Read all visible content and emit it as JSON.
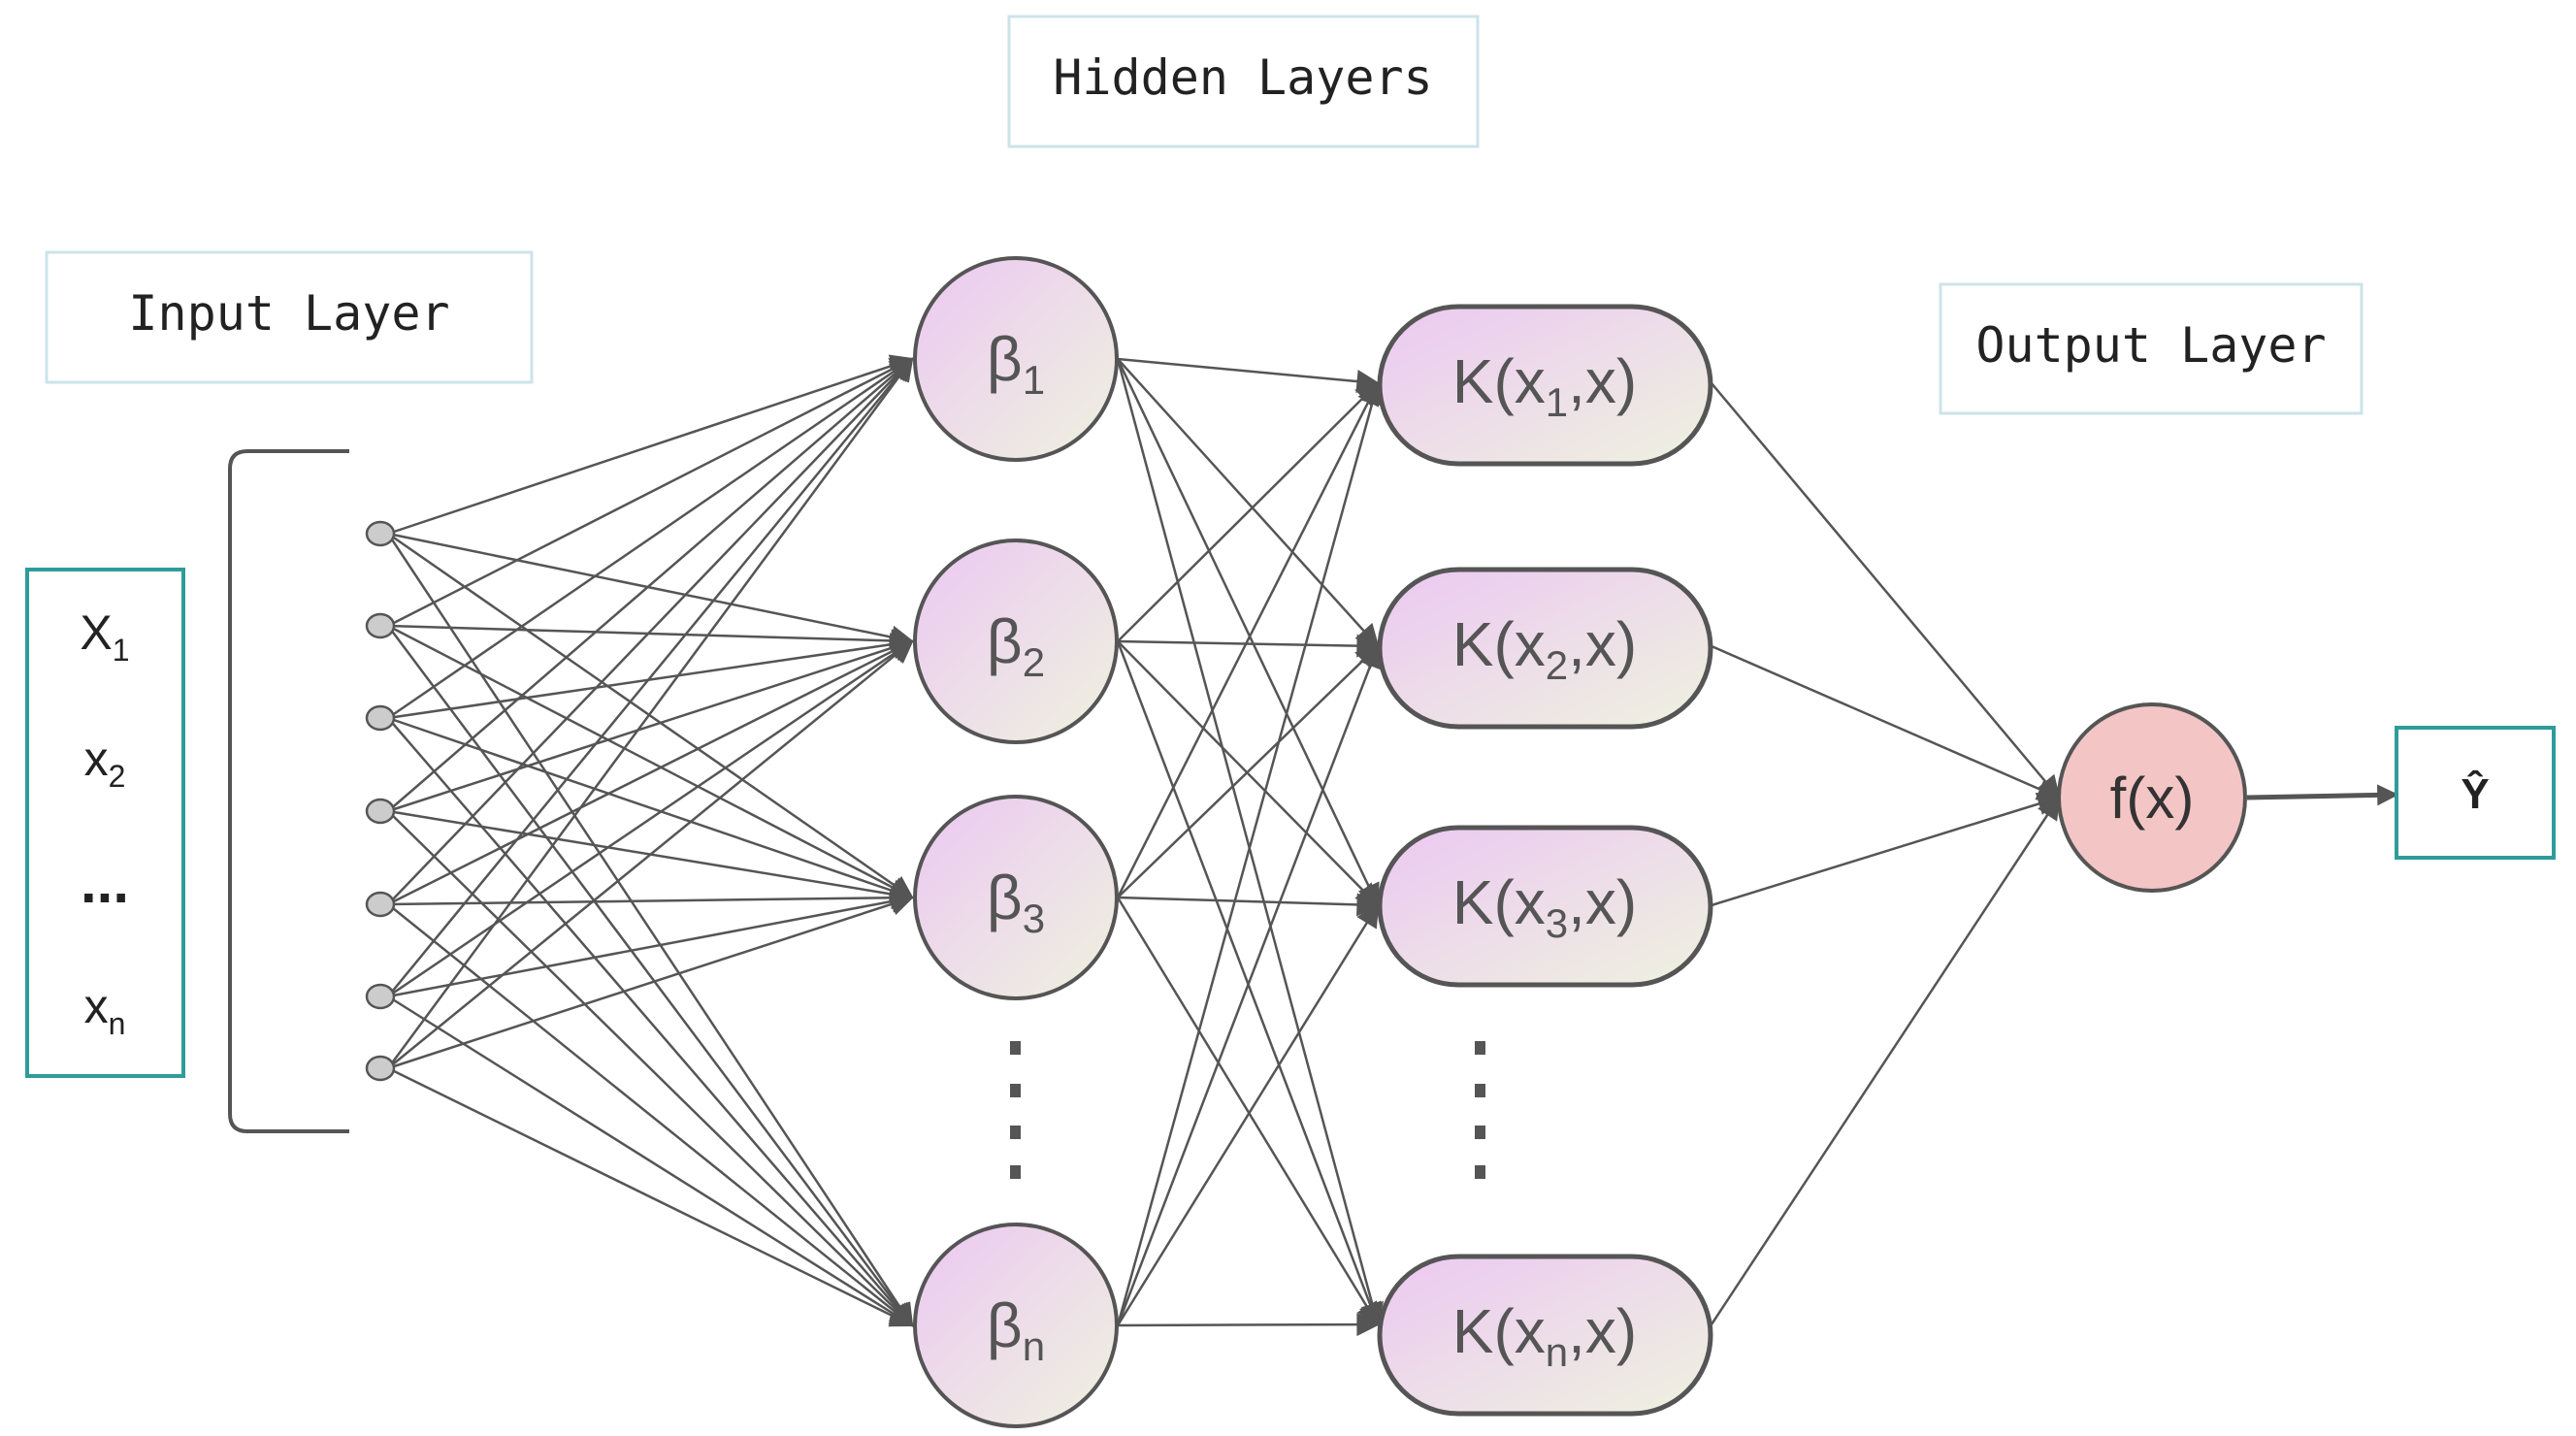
{
  "labels": {
    "hidden_layers": "Hidden Layers",
    "input_layer": "Input Layer",
    "output_layer": "Output Layer"
  },
  "inputs": [
    {
      "base": "X",
      "sub": "1"
    },
    {
      "base": "x",
      "sub": "2"
    },
    {
      "ellipsis": "..."
    },
    {
      "base": "x",
      "sub": "n"
    }
  ],
  "beta_nodes": [
    {
      "base": "β",
      "sub": "1"
    },
    {
      "base": "β",
      "sub": "2"
    },
    {
      "base": "β",
      "sub": "3"
    },
    {
      "base": "β",
      "sub": "n"
    }
  ],
  "kernel_nodes": [
    {
      "pre": "K(x",
      "sub": "1",
      "post": ",x)"
    },
    {
      "pre": "K(x",
      "sub": "2",
      "post": ",x)"
    },
    {
      "pre": "K(x",
      "sub": "3",
      "post": ",x)"
    },
    {
      "pre": "K(x",
      "sub": "n",
      "post": ",x)"
    }
  ],
  "output_node": "f(x)",
  "output_value": "Ŷ",
  "colors": {
    "node_grad_start": "#ecc8f2",
    "node_grad_end": "#eef2df",
    "output_fill": "#f4c5c5",
    "stroke": "#555555",
    "edge": "#555555",
    "input_box": "#2e9c9a",
    "label_box": "#cde3ea",
    "text": "#222222",
    "node_text": "#555555"
  }
}
